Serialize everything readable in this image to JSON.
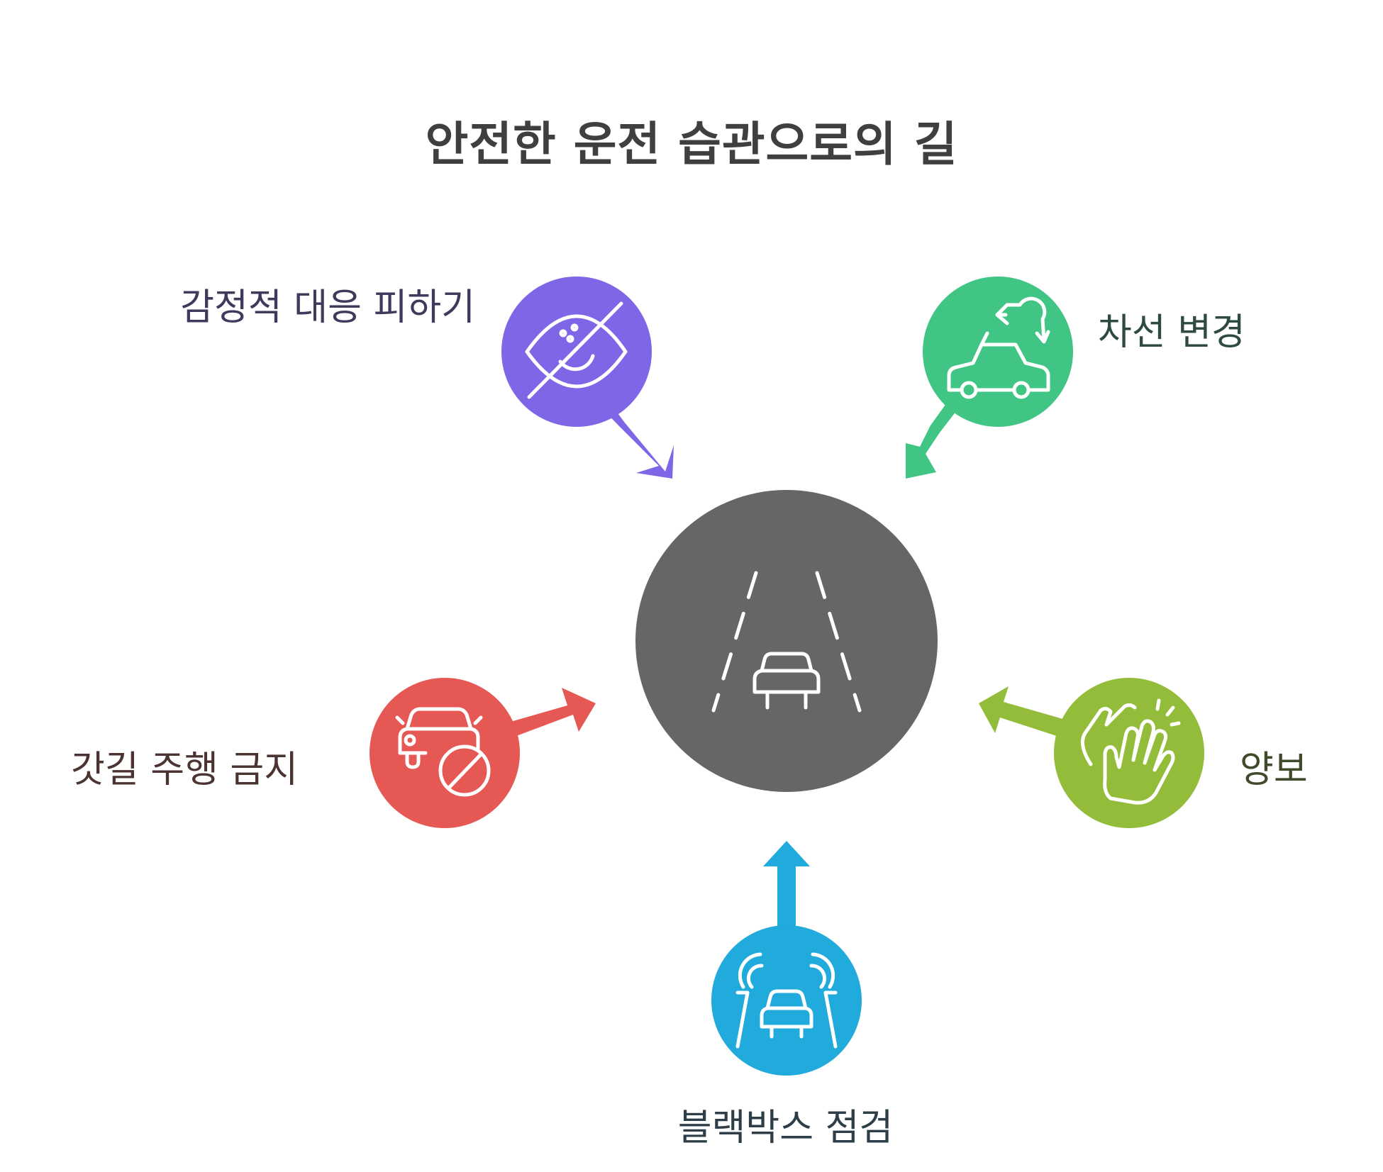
{
  "title": "안전한 운전 습관으로의 길",
  "center": {
    "icon": "road-car-icon",
    "color": "#666666"
  },
  "items": [
    {
      "id": "emotion",
      "label": "감정적 대응 피하기",
      "icon": "eye-off-icon",
      "color": "#7f66e7"
    },
    {
      "id": "lane",
      "label": "차선 변경",
      "icon": "car-lane-change-icon",
      "color": "#41c585"
    },
    {
      "id": "shoulder",
      "label": "갓길 주행 금지",
      "icon": "car-prohibited-icon",
      "color": "#e65853"
    },
    {
      "id": "yield",
      "label": "양보",
      "icon": "clapping-hands-icon",
      "color": "#94bc3b"
    },
    {
      "id": "blackbox",
      "label": "블랙박스 점검",
      "icon": "car-sensor-icon",
      "color": "#21aadc"
    }
  ]
}
